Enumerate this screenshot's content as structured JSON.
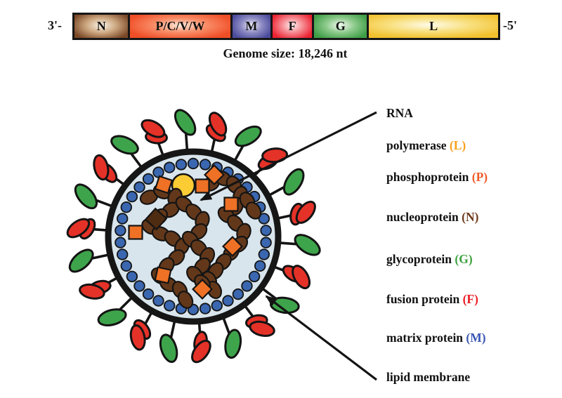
{
  "genome_map": {
    "left_end_label": "3'-",
    "right_end_label": "-5'",
    "caption": "Genome size: 18,246 nt",
    "segments": [
      {
        "label": "N",
        "color": "#7B4827",
        "relative_width": 86
      },
      {
        "label": "P/C/V/W",
        "color": "#F04E27",
        "relative_width": 98
      },
      {
        "label": "M",
        "color": "#4B4B9D",
        "relative_width": 51
      },
      {
        "label": "F",
        "color": "#EC2130",
        "relative_width": 61
      },
      {
        "label": "G",
        "color": "#3F9E47",
        "relative_width": 83
      },
      {
        "label": "L",
        "color": "#F2C12E",
        "relative_width": 233
      }
    ]
  },
  "legend": {
    "items": [
      {
        "name": "RNA",
        "code": "",
        "code_style": ""
      },
      {
        "name": "polymerase ",
        "code": "(L)",
        "code_style": "color:#F8A01D"
      },
      {
        "name": "phosphoprotein ",
        "code": "(P)",
        "code_style": "color:#F15B2A"
      },
      {
        "name": "nucleoprotein ",
        "code": "(N)",
        "code_style": "color:#6E3A1C"
      },
      {
        "name": "glycoprotein ",
        "code": "(G)",
        "code_style": "color:#3DA23F"
      },
      {
        "name": "fusion protein ",
        "code": "(F)",
        "code_style": "color:#EC1C24"
      },
      {
        "name": "matrix protein ",
        "code": "(M)",
        "code_style": "color:#3A57B5"
      },
      {
        "name": "lipid membrane",
        "code": "",
        "code_style": ""
      }
    ]
  },
  "virus": {
    "spike_count": 22,
    "spike_start_angle_deg": 94,
    "spike_pattern": "alternating glycoprotein (green, single oval) and fusion protein (red, double oval)",
    "matrix_dot_count": 38,
    "colors": {
      "glycoprotein": "#3EA44B",
      "fusion_protein": "#E53228",
      "matrix_protein": "#3A67B0",
      "nucleoprotein": "#63381A",
      "nucleoprotein_dark": "#4E2C12",
      "phosphoprotein": "#EE7125",
      "polymerase": "#FBCC34",
      "membrane": "#161616",
      "interior": "#D9E5EC",
      "outline": "#141414"
    }
  }
}
